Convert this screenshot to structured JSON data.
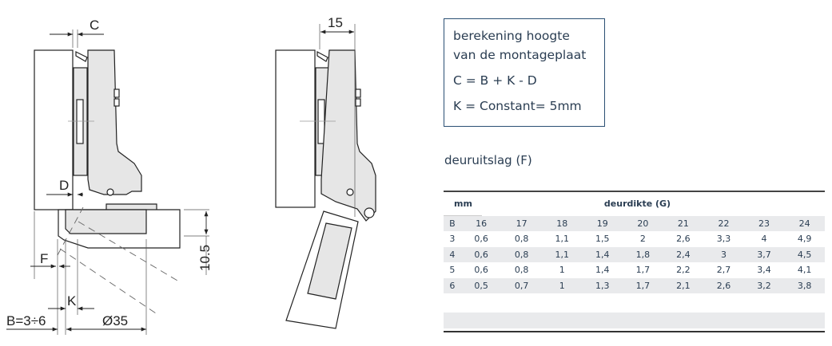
{
  "diagram": {
    "left_view_labels": {
      "C": "C",
      "D": "D",
      "F": "F",
      "K": "K",
      "B": "B=3÷6",
      "diameter": "Ø35",
      "height": "10.5"
    },
    "right_view_labels": {
      "width": "15"
    }
  },
  "formula_box": {
    "title": "berekening hoogte van de montageplaat",
    "equation": "C = B + K - D",
    "constant": "K = Constant=  5mm"
  },
  "subtitle": "deuruitslag (F)",
  "table": {
    "unit_label": "mm",
    "group_label": "deurdikte (G)",
    "header": [
      "B",
      "16",
      "17",
      "18",
      "19",
      "20",
      "21",
      "22",
      "23",
      "24"
    ],
    "rows": [
      [
        "3",
        "0,6",
        "0,8",
        "1,1",
        "1,5",
        "2",
        "2,6",
        "3,3",
        "4",
        "4,9"
      ],
      [
        "4",
        "0,6",
        "0,8",
        "1,1",
        "1,4",
        "1,8",
        "2,4",
        "3",
        "3,7",
        "4,5"
      ],
      [
        "5",
        "0,6",
        "0,8",
        "1",
        "1,4",
        "1,7",
        "2,2",
        "2,7",
        "3,4",
        "4,1"
      ],
      [
        "6",
        "0,5",
        "0,7",
        "1",
        "1,3",
        "1,7",
        "2,1",
        "2,6",
        "3,2",
        "3,8"
      ]
    ]
  },
  "colors": {
    "box_border": "#2b4f73",
    "text": "#2a3d52",
    "row_shade": "#e9eaec",
    "part_fill": "#e6e6e6"
  }
}
